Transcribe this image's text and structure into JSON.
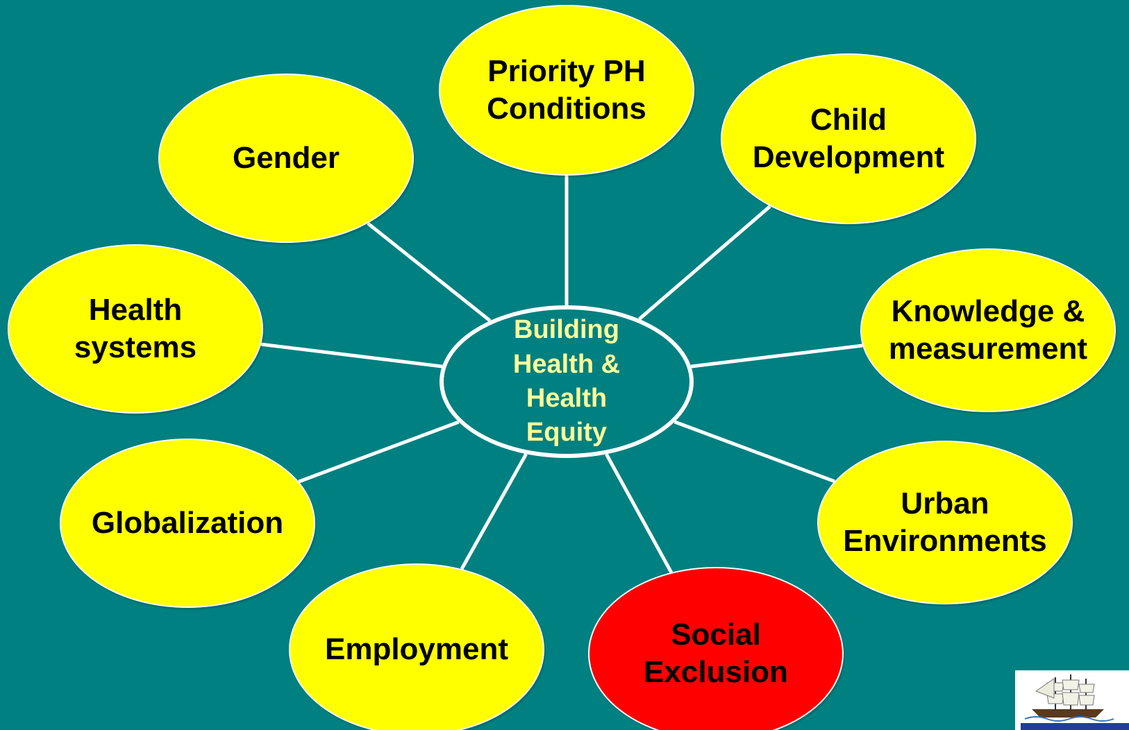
{
  "colors": {
    "background": "#008080",
    "node_fill": "#ffff00",
    "highlight_fill": "#ff0000",
    "center_fill": "#008080",
    "center_text": "#ffff99",
    "line": "#ffffff"
  },
  "center": {
    "label": "Building\nHealth &\nHealth\nEquity"
  },
  "nodes": [
    {
      "id": "priority",
      "label": "Priority PH\nConditions",
      "highlight": false
    },
    {
      "id": "child",
      "label": "Child\nDevelopment",
      "highlight": false
    },
    {
      "id": "knowledge",
      "label": "Knowledge &\nmeasurement",
      "highlight": false
    },
    {
      "id": "urban",
      "label": "Urban\nEnvironments",
      "highlight": false
    },
    {
      "id": "social",
      "label": "Social\nExclusion",
      "highlight": true
    },
    {
      "id": "employment",
      "label": "Employment",
      "highlight": false
    },
    {
      "id": "globalization",
      "label": "Globalization",
      "highlight": false
    },
    {
      "id": "health-systems",
      "label": "Health\nsystems",
      "highlight": false
    },
    {
      "id": "gender",
      "label": "Gender",
      "highlight": false
    }
  ],
  "logo": {
    "icon": "sailing-ship-icon"
  }
}
